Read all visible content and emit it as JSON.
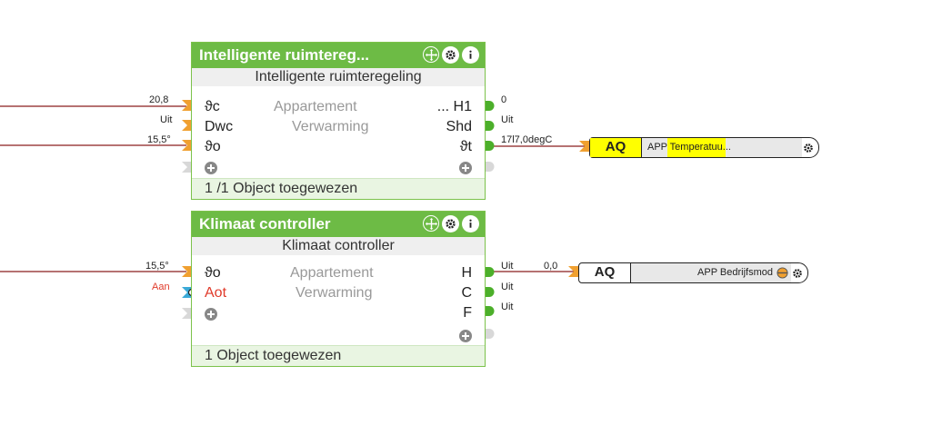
{
  "block1": {
    "title": "Intelligente ruimtereg...",
    "subtitle": "Intelligente ruimteregeling",
    "inputs": [
      {
        "name": "ϑc",
        "value": "20,8"
      },
      {
        "name": "Dwc",
        "value": "Uit"
      },
      {
        "name": "ϑo",
        "value": "15,5°"
      }
    ],
    "center": [
      "Appartement",
      "Verwarming"
    ],
    "outputs": [
      {
        "name": "... H1",
        "value": "0"
      },
      {
        "name": "Shd",
        "value": "Uit"
      },
      {
        "name": "ϑt",
        "value": "17l7,0degC"
      }
    ],
    "footer": "1 /1 Object toegewezen"
  },
  "block2": {
    "title": "Klimaat controller",
    "subtitle": "Klimaat controller",
    "inputs": [
      {
        "name": "ϑo",
        "value": "15,5°"
      },
      {
        "name": "Aot",
        "value": "Aan"
      }
    ],
    "center": [
      "Appartement",
      "Verwarming"
    ],
    "outputs": [
      {
        "name": "H",
        "value": "Uit"
      },
      {
        "name": "C",
        "value": "Uit"
      },
      {
        "name": "F",
        "value": "Uit"
      }
    ],
    "footer": "1 Object toegewezen"
  },
  "aq1": {
    "label": "AQ",
    "name": "APP Temperatuu..."
  },
  "aq2": {
    "label": "AQ",
    "name": "APP Bedrijfsmod",
    "value": "0,0"
  },
  "colors": {
    "block_green": "#6dbb45",
    "wire": "#8b1e1e",
    "highlight": "#ffff00",
    "port_orange": "#f0a030",
    "port_green": "#4caf2a"
  },
  "icons": [
    "move-icon",
    "gear-icon",
    "info-icon",
    "plus-icon",
    "status-icon"
  ]
}
